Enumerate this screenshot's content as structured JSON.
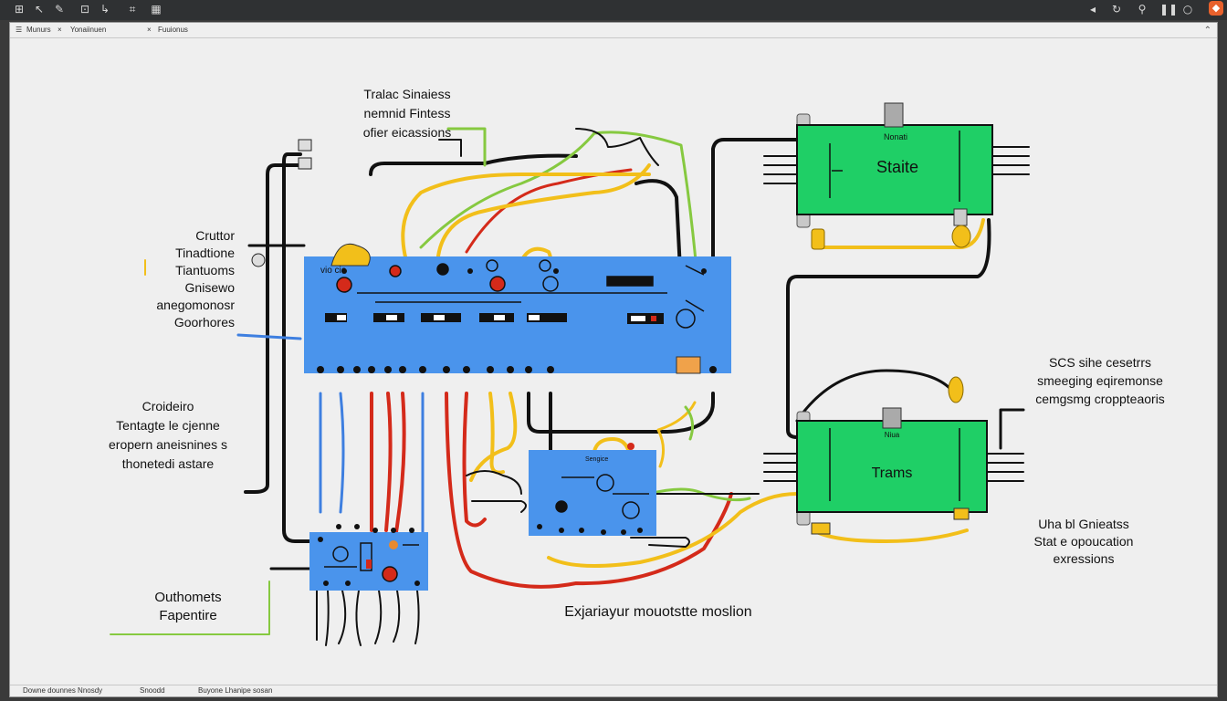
{
  "toolbar": {
    "left_icons": [
      "select-icon",
      "pointer-icon",
      "edit-icon",
      "link-icon",
      "route-icon",
      "grid-icon"
    ],
    "right_icons": [
      "back-icon",
      "refresh-icon",
      "pin-icon",
      "pause-icon",
      "info-icon",
      "app-icon"
    ]
  },
  "tabs": {
    "items": [
      "Munurs",
      "Yonaiinuen",
      "Fuuionus"
    ],
    "close": "×"
  },
  "status": {
    "left": "Downe dounnes Nnosdy",
    "mid": "Snoodd",
    "right": "Buyone Lhanipe sosan"
  },
  "diagram": {
    "boxes": {
      "state_box": {
        "title": "Nonati",
        "label": "Staite"
      },
      "trams_box": {
        "title": "Niua",
        "label": "Trams"
      },
      "main_panel": {
        "label": "vio cio"
      },
      "mid_panel": {
        "label": "Sengice"
      }
    },
    "labels": {
      "top_center": [
        "Tralac Sinaiess",
        "nemnid Fintess",
        "ofier eicassions"
      ],
      "left_upper": [
        "Cruttor",
        "Tinadtione",
        "Tiantuoms",
        "Gnisewo",
        "anegomonosr",
        "Goorhores"
      ],
      "left_middle": [
        "Croideiro",
        "Tentagte le cjenne",
        "eropern aneisnines s",
        "thonetedi astare"
      ],
      "left_bottom": [
        "Outhomets",
        "Fapentire"
      ],
      "right_mid": [
        "SCS sihe cesetrrs",
        "smeeging eqiremonse",
        "cemgsmg croppteaoris"
      ],
      "right_bottom": [
        "Uha bl Gnieatss",
        "Stat e opoucation",
        "exressions"
      ],
      "bottom_center": "Exjariayur mouotstte moslion"
    }
  },
  "colors": {
    "blue_panel": "#4a94ec",
    "green_box": "#1fcf66",
    "wire_red": "#d42a1a",
    "wire_yellow": "#f2bf1a",
    "wire_green": "#86c940",
    "wire_blue": "#3e7fe0",
    "wire_black": "#111111"
  }
}
